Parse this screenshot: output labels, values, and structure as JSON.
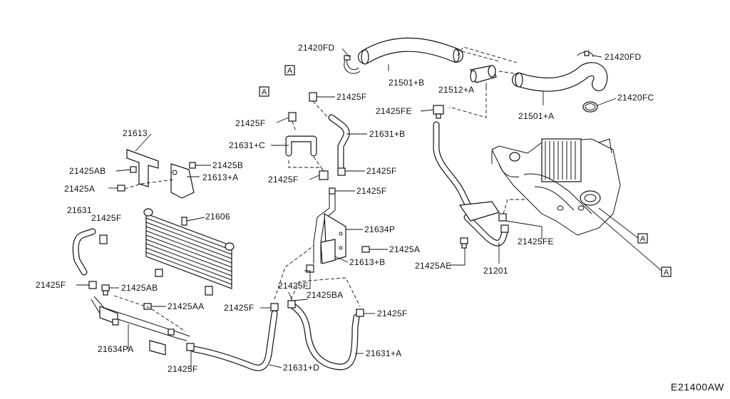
{
  "diagram_code": "E21400AW",
  "ref_marker": "A",
  "labels": {
    "p21420FD_a": "21420FD",
    "p21420FD_b": "21420FD",
    "p21501B": "21501+B",
    "p21501A": "21501+A",
    "p21512A": "21512+A",
    "p21420FC": "21420FC",
    "p21425FE_a": "21425FE",
    "p21425FE_b": "21425FE",
    "p21425F_1": "21425F",
    "p21425F_2": "21425F",
    "p21425F_3": "21425F",
    "p21425F_4": "21425F",
    "p21425F_5": "21425F",
    "p21425F_6": "21425F",
    "p21425F_7": "21425F",
    "p21425F_8": "21425F",
    "p21425F_9": "21425F",
    "p21425F_10": "21425F",
    "p21425F_11": "21425F",
    "p21631C": "21631+C",
    "p21631B": "21631+B",
    "p21631": "21631",
    "p21631A": "21631+A",
    "p21631D": "21631+D",
    "p21613": "21613",
    "p21613A": "21613+A",
    "p21613B": "21613+B",
    "p21425AB_a": "21425AB",
    "p21425AB_b": "21425AB",
    "p21425B": "21425B",
    "p21425A_a": "21425A",
    "p21425A_b": "21425A",
    "p21606": "21606",
    "p21634P": "21634P",
    "p21634PA": "21634PA",
    "p21425AA": "21425AA",
    "p21425BA": "21425BA",
    "p21425AE": "21425AE",
    "p21201": "21201"
  }
}
